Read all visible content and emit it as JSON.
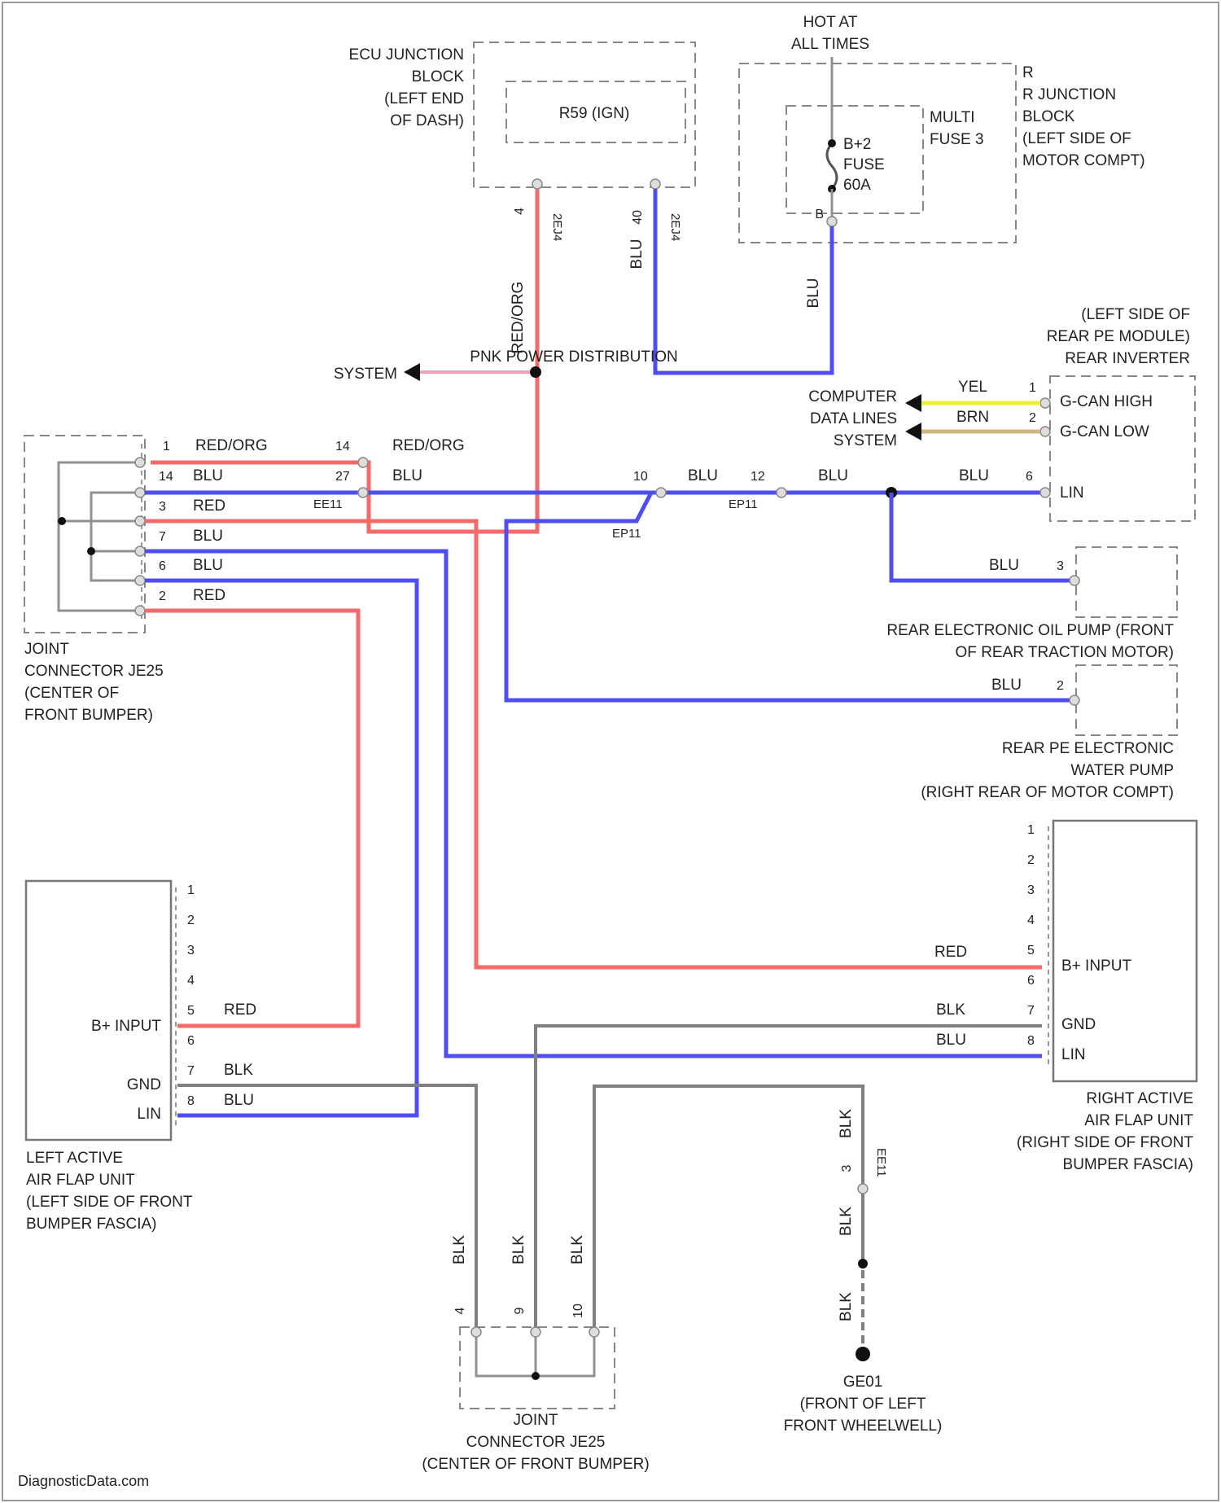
{
  "labels": {
    "ecu_jb": [
      "ECU JUNCTION",
      "BLOCK",
      "(LEFT END",
      "OF DASH)"
    ],
    "relay": "R59 (IGN)",
    "hot": [
      "HOT AT",
      "ALL TIMES"
    ],
    "r_jb": [
      "R",
      "R JUNCTION",
      "BLOCK",
      "(LEFT SIDE OF",
      "MOTOR COMPT)"
    ],
    "multi_fuse": [
      "MULTI",
      "FUSE 3"
    ],
    "fuse": [
      "B+2",
      "FUSE",
      "60A"
    ],
    "pnk_dist": "PNK POWER DISTRIBUTION",
    "system_left": "SYSTEM",
    "rear_inverter": [
      "(LEFT SIDE OF",
      "REAR PE MODULE)",
      "REAR INVERTER"
    ],
    "computer_data": [
      "COMPUTER",
      "DATA LINES",
      "SYSTEM"
    ],
    "gcan_high": "G-CAN HIGH",
    "gcan_low": "G-CAN LOW",
    "lin": "LIN",
    "joint_top": [
      "JOINT",
      "CONNECTOR JE25",
      "(CENTER OF",
      "FRONT BUMPER)"
    ],
    "oil_pump": [
      "REAR ELECTRONIC OIL PUMP (FRONT",
      "OF REAR TRACTION MOTOR)"
    ],
    "water_pump": [
      "REAR PE ELECTRONIC",
      "WATER PUMP",
      "(RIGHT REAR OF MOTOR COMPT)"
    ],
    "b_input": "B+ INPUT",
    "gnd": "GND",
    "left_flap": [
      "LEFT ACTIVE",
      "AIR FLAP UNIT",
      "(LEFT SIDE OF FRONT",
      "BUMPER FASCIA)"
    ],
    "right_flap": [
      "RIGHT ACTIVE",
      "AIR FLAP UNIT",
      "(RIGHT SIDE OF FRONT",
      "BUMPER FASCIA)"
    ],
    "joint_bottom": [
      "JOINT",
      "CONNECTOR JE25",
      "(CENTER OF FRONT BUMPER)"
    ],
    "ground": [
      "GE01",
      "(FRONT OF LEFT",
      "FRONT WHEELWELL)"
    ],
    "footer": "DiagnosticData.com"
  },
  "wire_colors": {
    "red_org": "RED/ORG",
    "red": "RED",
    "blu": "BLU",
    "blk": "BLK",
    "yel": "YEL",
    "brn": "BRN"
  },
  "codes": {
    "je2": "2EJ4",
    "je2b": "2EJ4",
    "ee11": "EE11",
    "ep11a": "EP11",
    "ep11b": "EP11",
    "ee11b": "EE11"
  },
  "pins": {
    "relay_a": "4",
    "relay_b": "40",
    "j1": "1",
    "j14": "14",
    "j3": "3",
    "j7": "7",
    "j6": "6",
    "j2": "2",
    "c14": "14",
    "c27": "27",
    "c10": "10",
    "c12": "12",
    "inv1": "1",
    "inv2": "2",
    "inv6": "6",
    "oil3": "3",
    "water2": "2",
    "lf": [
      "1",
      "2",
      "3",
      "4",
      "5",
      "6",
      "7",
      "8"
    ],
    "rf": [
      "1",
      "2",
      "3",
      "4",
      "5",
      "6",
      "7",
      "8"
    ],
    "jb4": "4",
    "jb9": "9",
    "jb10": "10",
    "gp3": "3"
  },
  "colors": {
    "red": "#f46a6a",
    "blu": "#4d4df2",
    "blk": "#7f7f7f",
    "pnk": "#f3a0b5",
    "yel": "#f0f033",
    "brn": "#cdb680"
  }
}
